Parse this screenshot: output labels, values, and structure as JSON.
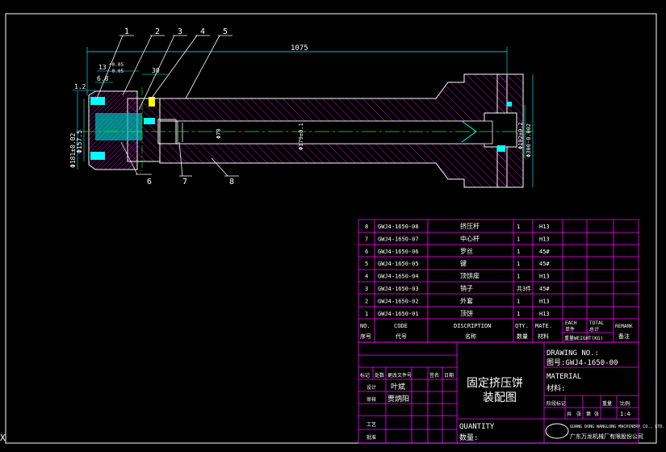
{
  "colors": {
    "background": "#000000",
    "frame": "#ffffff",
    "table_lines": "#ff00ff",
    "hatch": "#ff00ff",
    "dimension": "#00ffff",
    "centerline": "#00ff00",
    "part_outline": "#ffffff",
    "leader": "#ffffff",
    "fill_cyan": "#00ffff",
    "signature": "#00ff00"
  },
  "balloons": [
    "1",
    "2",
    "3",
    "4",
    "5",
    "6",
    "7",
    "8"
  ],
  "dimensions": {
    "overall_length": "1075",
    "left_offset": "1.2",
    "small_len": "6.8",
    "step_len": "13",
    "tol_plus": "+0.05",
    "tol_minus": "-0.05",
    "seat_len": "30",
    "dia_outer": "Φ181±0.02",
    "dia_inner": "Φ157.5",
    "dia_rod": "Φ70",
    "dia_shaft": "Φ179±0.1",
    "dia_tip": "Φ102±0.2",
    "dia_flange": "Φ300-0.002"
  },
  "bom": {
    "rows": [
      {
        "no": "8",
        "code": "GWJ4-1650-08",
        "name": "挤压杆",
        "qty": "1",
        "mat": "H13",
        "each": "",
        "total": "",
        "note": ""
      },
      {
        "no": "7",
        "code": "GWJ4-1650-07",
        "name": "中心杆",
        "qty": "1",
        "mat": "H13",
        "each": "",
        "total": "",
        "note": ""
      },
      {
        "no": "6",
        "code": "GWJ4-1650-06",
        "name": "罗丝",
        "qty": "1",
        "mat": "45#",
        "each": "",
        "total": "",
        "note": ""
      },
      {
        "no": "5",
        "code": "GWJ4-1650-05",
        "name": "键",
        "qty": "1",
        "mat": "45#",
        "each": "",
        "total": "",
        "note": ""
      },
      {
        "no": "4",
        "code": "GWJ4-1650-04",
        "name": "顶饼座",
        "qty": "1",
        "mat": "H13",
        "each": "",
        "total": "",
        "note": ""
      },
      {
        "no": "3",
        "code": "GWJ4-1650-03",
        "name": "销子",
        "qty": "共3件",
        "mat": "45#",
        "each": "",
        "total": "",
        "note": ""
      },
      {
        "no": "2",
        "code": "GWJ4-1650-02",
        "name": "外套",
        "qty": "1",
        "mat": "H13",
        "each": "",
        "total": "",
        "note": ""
      },
      {
        "no": "1",
        "code": "GWJ4-1650-01",
        "name": "顶饼",
        "qty": "1",
        "mat": "H13",
        "each": "",
        "total": "",
        "note": ""
      }
    ],
    "header": {
      "no_en": "NO.",
      "no_cn": "序号",
      "code_en": "CODE",
      "code_cn": "代号",
      "desc_en": "DISCRIPTION",
      "desc_cn": "名称",
      "qty_en": "QTY.",
      "qty_cn": "数量",
      "mat_en": "MATE.",
      "mat_cn": "材料",
      "each_en": "EACH",
      "each_cn": "单件",
      "total_en": "TOTAL",
      "total_cn": "总计",
      "weight": "重量WEIGHT(KG)",
      "remark_en": "REMARK",
      "remark_cn": "备注"
    }
  },
  "title_block": {
    "title_line1": "固定挤压饼",
    "title_line2": "装配图",
    "drawing_no_label": "DRAWING NO.:",
    "drawing_no": "图号:GWJ4-1650-00",
    "material_en": "MATERIAL",
    "material_cn": "材料:",
    "quantity_en": "QUANTITY",
    "quantity_cn": "数量:",
    "scale_value": "1:4",
    "signature_1": "叶斌",
    "signature_2": "贾炳阳",
    "company_en": "GUANG DONG WANGLONG MACHINERY CO., LTD.",
    "company_cn": "广东万龙机械厂有限股份公司",
    "rev_headers": [
      "标记",
      "处数",
      "更改文件号",
      "签名",
      "日期"
    ],
    "sign_labels": [
      "设计",
      "审核",
      "工艺",
      "批准"
    ],
    "stage_labels": [
      "阶段标记",
      "重量",
      "比例"
    ],
    "sheet_labels": [
      "共",
      "张",
      "第",
      "张"
    ]
  },
  "corner_mark": "X"
}
